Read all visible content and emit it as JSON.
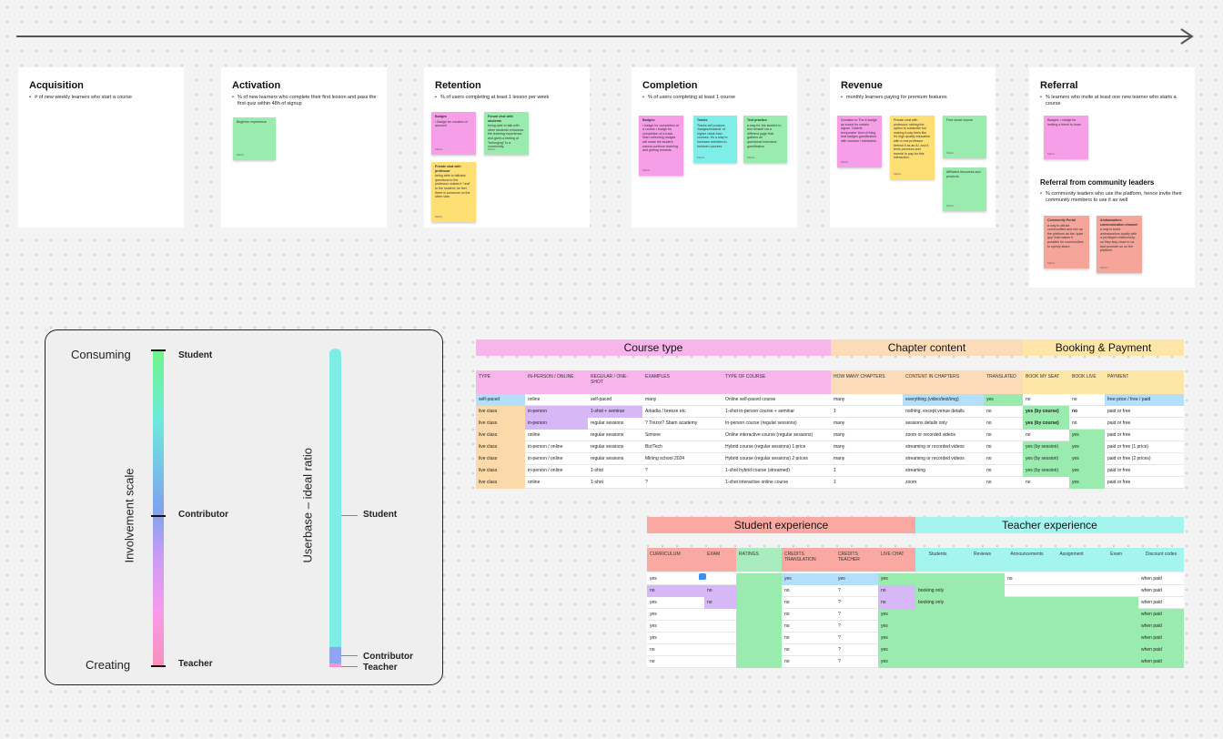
{
  "funnel": [
    {
      "title": "Acquisition",
      "desc": "# of new weekly learners who start a course",
      "stickies": []
    },
    {
      "title": "Activation",
      "desc": "% of new learners who complete their first lesson and pass the first quiz within 48h of signup",
      "stickies": [
        {
          "color": "green",
          "title": "",
          "body": "Beginner experience",
          "foot": "Martin"
        }
      ]
    },
    {
      "title": "Retention",
      "desc": "% of users completing at least 1 lesson per week",
      "stickies": [
        {
          "color": "pink",
          "title": "Badges",
          "body": "• Badge for creation of account",
          "foot": "Martin"
        },
        {
          "color": "green",
          "title": "Forum chat with students",
          "body": "being able to talk with other students enhances the learning experience, and gives a feeling of \"belonging\" to a community.",
          "foot": "Martin"
        },
        {
          "color": "yellow",
          "title": "Private chat with professor",
          "body": "being able to talk/ask questions to the professor makes it \"real\" to the student; he feel there is someone on the other side.",
          "foot": "Martin"
        }
      ]
    },
    {
      "title": "Completion",
      "desc": "% of users completing at least 1 course",
      "stickies": [
        {
          "color": "pink",
          "title": "Badges:",
          "body": "• badge for completion of a course • badge for completion of a track. Start collecting badges will make the student wanna continue learning and getting rewards.",
          "foot": "Martin"
        },
        {
          "color": "cyan",
          "title": "Tracks",
          "body": "Tracks will produce 'badges/rewards' of higher value than courses. It's a way to increase retention in-between courses.",
          "foot": "Martin"
        },
        {
          "color": "green",
          "title": "Test practice",
          "body": "a way for the student to test himself via a different page that gathers all questions/'exercises' gamification",
          "foot": "Martin"
        }
      ]
    },
    {
      "title": "Revenue",
      "desc": "monthly learners paying for premium features",
      "stickies": [
        {
          "color": "pink",
          "title": "",
          "body": "Donation to The #-badge as social for certain signal. 'Galerie temporaire' kind of thing that badges gamification with courses / streamers",
          "foot": "Martin"
        },
        {
          "color": "yellow",
          "title": "",
          "body": "Private chat with professor: raising the option to subscribe but making it pay feels like it's high quality education with a real professor behind it as an AI, and it feels premium and normal to pay for this interaction.",
          "foot": "Martin"
        },
        {
          "color": "green",
          "title": "",
          "body": "Free smart course",
          "foot": "Martin"
        },
        {
          "color": "green",
          "title": "",
          "body": "Affiliated resources and products",
          "foot": "Martin"
        }
      ]
    },
    {
      "title": "Referral",
      "desc": "% learners who invite at least one new learner who starts a course",
      "stickies": [
        {
          "color": "pink",
          "title": "",
          "body": "Badges: • badge for inviting a friend to learn",
          "foot": "Martin"
        }
      ],
      "sub_title": "Referral from community leaders",
      "sub_desc": "% community leaders who use the platform, hence invite their community members to use it as well",
      "sub_stickies": [
        {
          "color": "salmon",
          "title": "Community Portal",
          "body": "a way to attract communities and mix up the platform as the 'quiet guy' that makes it possible for communities to openly share.",
          "foot": "Martin"
        },
        {
          "color": "salmon",
          "title": "Ambassadors communication channel",
          "body": "a way to build ambassadors loyalty with a privileged relationship; so they stay close to us and promote us on the platform.",
          "foot": "Martin"
        }
      ]
    }
  ],
  "scale": {
    "top_label": "Consuming",
    "bottom_label": "Creating",
    "axis_label_1": "Involvement scale",
    "axis_label_2": "Userbase – ideal ratio",
    "bar1_student": "Student",
    "bar1_contributor": "Contributor",
    "bar1_teacher": "Teacher",
    "bar2_student": "Student",
    "bar2_contributor": "Contributor",
    "bar2_teacher": "Teacher"
  },
  "course_table": {
    "groups": [
      {
        "label": "Course type",
        "color": "#f8b5ec"
      },
      {
        "label": "Chapter content",
        "color": "#fcdbb8"
      },
      {
        "label": "Booking & Payment",
        "color": "#fde6a7"
      }
    ],
    "headers": [
      "TYPE",
      "IN-PERSON / ONLINE",
      "REGULAR / ONE-SHOT",
      "EXAMPLES",
      "TYPE OF COURSE",
      "HOW MANY CHAPTERS",
      "CONTENT IN CHAPTERS",
      "TRANSLATED",
      "BOOK MY SEAT",
      "BOOK LIVE",
      "PAYMENT"
    ],
    "rows": [
      [
        "self-paced",
        "online",
        "self-paced",
        "many",
        "Online self-paced course",
        "many",
        "everything (video/text/img)",
        "yes",
        "no",
        "no",
        "free price / free / paid"
      ],
      [
        "live class",
        "in-person",
        "1-shot + seminar",
        "Arkadia / breeze etc",
        "1-shot in-person course + seminar",
        "1",
        "nothing, except venue details",
        "no",
        "yes (by course)",
        "no",
        "paid or free"
      ],
      [
        "live class",
        "in-person",
        "regular sessions",
        "? Trezor? Sbam academy",
        "In-person course (regular sessions)",
        "many",
        "sessions details only",
        "no",
        "yes (by course)",
        "no",
        "paid or free"
      ],
      [
        "live class",
        "online",
        "regular sessions",
        "Simone",
        "Online interactive course (regular sessions)",
        "many",
        "zoom or recorded videos",
        "no",
        "no",
        "yes",
        "paid or free"
      ],
      [
        "live class",
        "in-person / online",
        "regular sessions",
        "Biz/Tech",
        "Hybrid course (regular sessions) 1 price",
        "many",
        "streaming or recorded videos",
        "no",
        "yes (by session)",
        "yes",
        "paid or free (1 price)"
      ],
      [
        "live class",
        "in-person / online",
        "regular sessions",
        "Mining school 2024",
        "Hybrid course (regular sessions) 2 prices",
        "many",
        "streaming or recorded videos",
        "no",
        "yes (by session)",
        "yes",
        "paid or free (2 prices)"
      ],
      [
        "live class",
        "in-person / online",
        "1-shot",
        "?",
        "1-shot hybrid course (streamed)",
        "1",
        "streaming",
        "no",
        "yes (by session)",
        "yes",
        "paid or free"
      ],
      [
        "live class",
        "online",
        "1-shot",
        "?",
        "1-shot interactive online course",
        "1",
        "zoom",
        "no",
        "no",
        "yes",
        "paid or free"
      ]
    ]
  },
  "exp_table": {
    "groups": [
      {
        "label": "Student experience",
        "color": "#f9a9a1"
      },
      {
        "label": "Teacher experience",
        "color": "#a5f5ef"
      }
    ],
    "headers": [
      "CURRICULUM",
      "EXAM",
      "RATINGS",
      "CREDITS TRANSLATION",
      "CREDITS TEACHER",
      "LIVE CHAT",
      "Students",
      "Reviews",
      "Announcements",
      "Assignment",
      "Exam",
      "Discount codes"
    ],
    "rows": [
      [
        "yes",
        "",
        "",
        "yes",
        "yes",
        "yes",
        "",
        "",
        "no",
        "",
        "",
        "when paid"
      ],
      [
        "no",
        "no",
        "",
        "no",
        "?",
        "no",
        "booking only",
        "",
        "",
        "",
        "",
        "when paid"
      ],
      [
        "yes",
        "no",
        "",
        "no",
        "?",
        "no",
        "booking only",
        "",
        "",
        "",
        "",
        "when paid"
      ],
      [
        "yes",
        "",
        "",
        "no",
        "?",
        "yes",
        "",
        "",
        "",
        "",
        "",
        "when paid"
      ],
      [
        "yes",
        "",
        "",
        "no",
        "?",
        "yes",
        "",
        "",
        "",
        "",
        "",
        "when paid"
      ],
      [
        "yes",
        "",
        "",
        "no",
        "?",
        "yes",
        "",
        "",
        "",
        "",
        "",
        "when paid"
      ],
      [
        "no",
        "",
        "",
        "no",
        "?",
        "yes",
        "",
        "",
        "",
        "",
        "",
        "when paid"
      ],
      [
        "no",
        "",
        "",
        "no",
        "?",
        "yes",
        "",
        "",
        "",
        "",
        "",
        "when paid"
      ]
    ]
  },
  "colors": {
    "pink": "#f79ee8",
    "green": "#9aebae",
    "yellow": "#fddf74",
    "cyan": "#7feee8",
    "salmon": "#f6a59a",
    "lavender": "#d5b8f5",
    "light_blue": "#b4dffa",
    "light_orange": "#fcd9a8"
  },
  "icons": [
    "arrow-right-icon",
    "comment-icon"
  ]
}
